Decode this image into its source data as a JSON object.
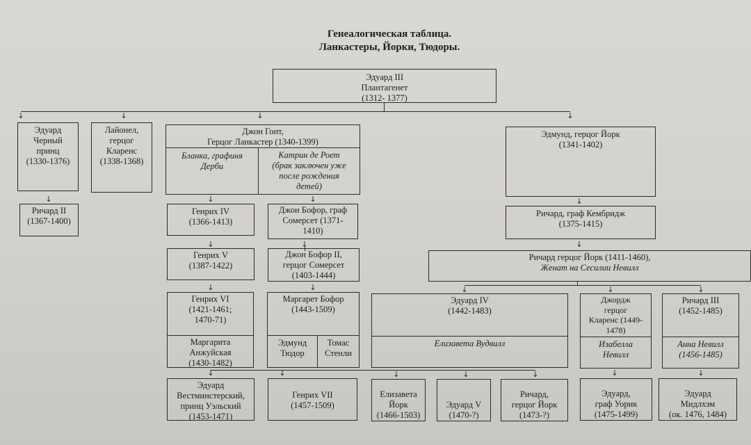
{
  "title": {
    "line1": "Генеалогическая таблица.",
    "line2": "Ланкастеры, Йорки, Тюдоры."
  },
  "nodes": {
    "edward3": [
      "Эдуард III",
      "Плантагенет",
      "(1312- 1377)"
    ],
    "black_prince": [
      "Эдуард",
      "Черный",
      "принц",
      "(1330-1376)"
    ],
    "lionel": [
      "Лайонел,",
      "герцог",
      "Кларенс",
      "(1338-1368)"
    ],
    "john_gaunt": [
      "Джон Гонт,",
      "Герцог Ланкастер (1340-1399)"
    ],
    "blanche": [
      "Бланка, графиня",
      "Дерби"
    ],
    "katherine": [
      "Катрин де Роет",
      "(брак заключен уже",
      "после рождения",
      "детей)"
    ],
    "edmund_york": [
      "Эдмунд, герцог Йорк",
      "(1341-1402)"
    ],
    "richard2": [
      "Ричард II",
      "(1367-1400)"
    ],
    "henry4": [
      "Генрих IV",
      "(1366-1413)"
    ],
    "john_beaufort1": [
      "Джон Бофор, граф",
      "Сомерсет (1371-",
      "1410)"
    ],
    "richard_cambridge": [
      "Ричард, граф Кембридж",
      "(1375-1415)"
    ],
    "henry5": [
      "Генрих V",
      "(1387-1422)"
    ],
    "john_beaufort2": [
      "Джон Бофор II,",
      "герцог Сомерсет",
      "(1403-1444)"
    ],
    "richard_york": [
      "Ричард герцог Йорк (1411-1460),",
      "Женат на Сесилии Невилл"
    ],
    "henry6": [
      "Генрих VI",
      "(1421-1461;",
      "1470-71)"
    ],
    "margaret_anjou": [
      "Маргарита",
      "Анжуйская",
      "(1430-1482)"
    ],
    "margaret_beaufort": [
      "Маргарет Бофор",
      "(1443-1509)"
    ],
    "edmund_tudor": [
      "Эдмунд",
      "Тюдор"
    ],
    "thomas_stanley": [
      "Томас",
      "Стенли"
    ],
    "edward4": [
      "Эдуард IV",
      "(1442-1483)"
    ],
    "elizabeth_woodville": [
      "Елизавета Вудвилл"
    ],
    "george_clarence": [
      "Джордж",
      "герцог",
      "Кларенс (1449-",
      "1478)"
    ],
    "isabella_neville": [
      "Изабелла",
      "Невилл"
    ],
    "richard3": [
      "Ричард III",
      "(1452-1485)"
    ],
    "anne_neville": [
      "Анна Невилл",
      "(1456-1485)"
    ],
    "edward_westminster": [
      "Эдуард",
      "Вестминстерский,",
      "принц Уэльский",
      "(1453-1471)"
    ],
    "henry7": [
      "Генрих VII",
      "(1457-1509)"
    ],
    "elizabeth_york": [
      "Елизавета",
      "Йорк",
      "(1466-1503)"
    ],
    "edward5": [
      "Эдуард V",
      "(1470-?)"
    ],
    "richard_york_jr": [
      "Ричард,",
      "герцог Йорк",
      "(1473-?)"
    ],
    "edward_warwick": [
      "Эдуард,",
      "граф Уорик",
      "(1475-1499)"
    ],
    "edward_middleham": [
      "Эдуард",
      "Мидлхэм",
      "(ок. 1476, 1484)"
    ]
  }
}
